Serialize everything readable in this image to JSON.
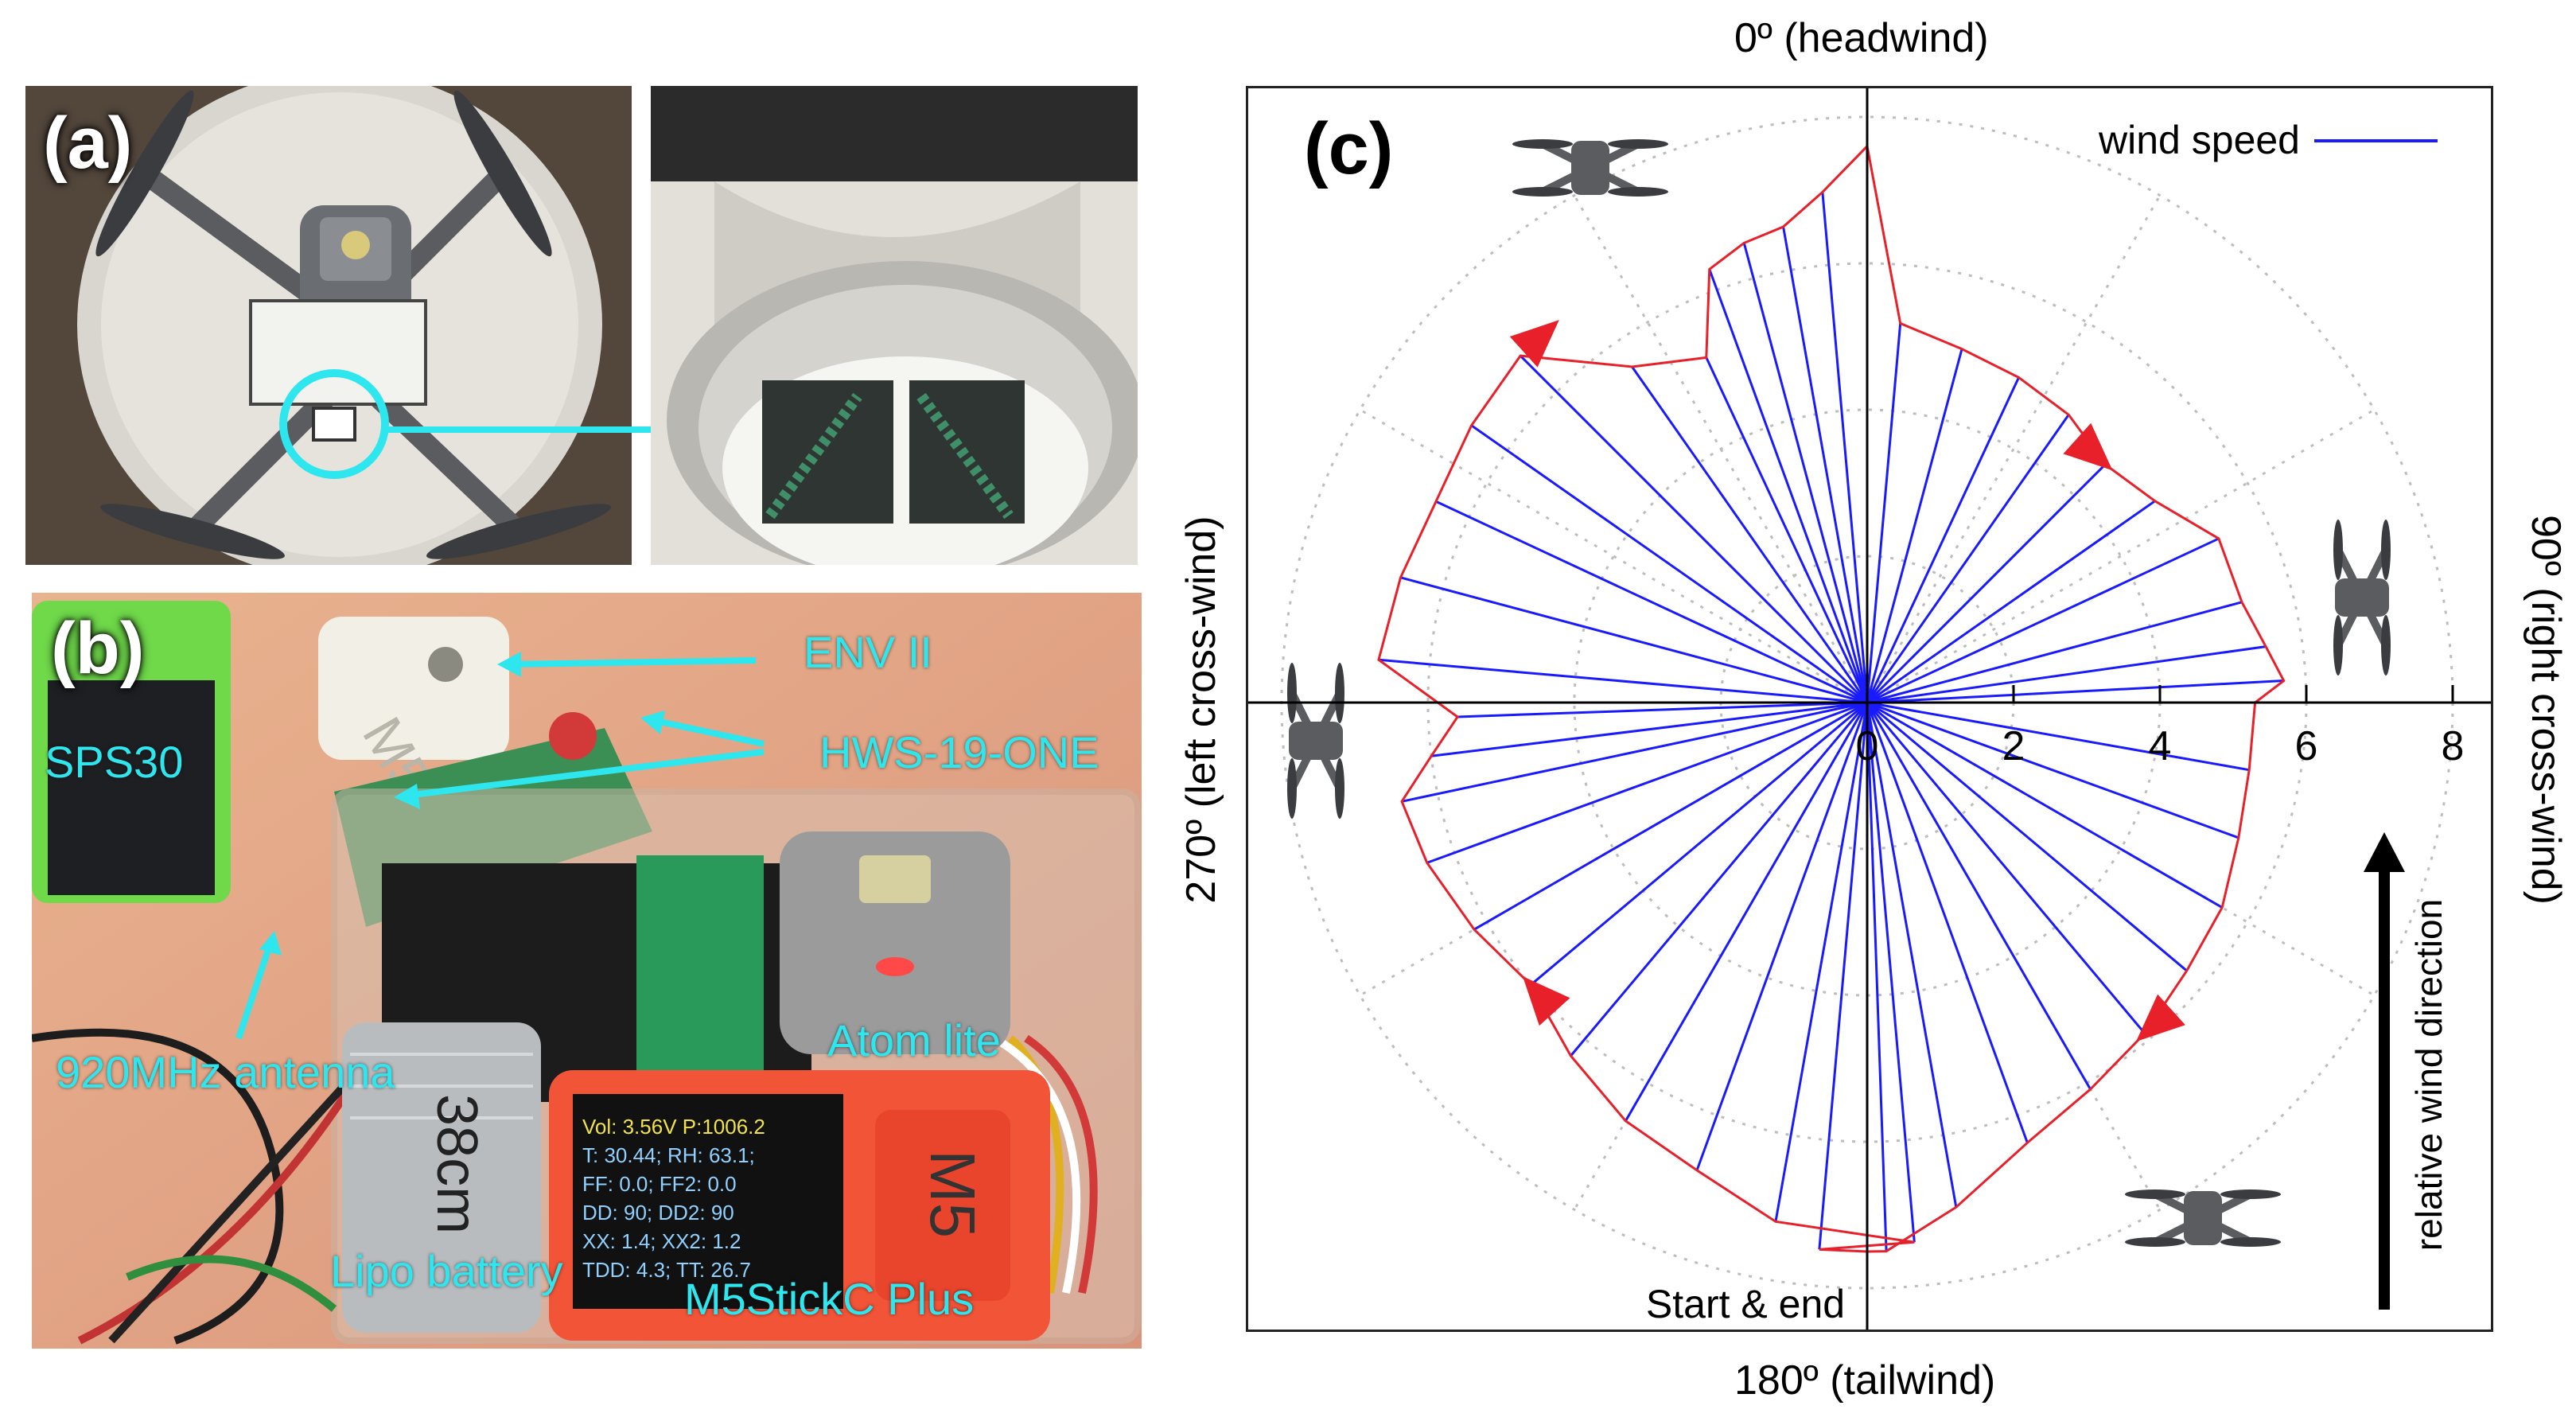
{
  "panels": {
    "a": {
      "label": "(a)"
    },
    "b": {
      "label": "(b)",
      "callouts": {
        "env": "ENV II",
        "hws": "HWS-19-ONE",
        "sps": "SPS30",
        "antenna": "920MHz antenna",
        "atom": "Atom lite",
        "battery": "Lipo battery",
        "m5": "M5StickC Plus"
      },
      "screen_lines": [
        "Vol: 3.56V  P:1006.2",
        "T: 30.44;  RH: 63.1;",
        "FF: 0.0; FF2: 0.0",
        "DD: 90;  DD2: 90",
        "XX: 1.4; XX2: 1.2",
        "TDD: 4.3;  TT: 26.7"
      ],
      "battery_text": "38cm",
      "device_text": "M5"
    },
    "c": {
      "label": "(c)",
      "top_label": "0º (headwind)",
      "bottom_label": "180º (tailwind)",
      "left_label": "270º (left cross-wind)",
      "right_label": "90º (right cross-wind)",
      "start_end": "Start  &  end",
      "arrow_label": "relative wind direction"
    }
  },
  "colors": {
    "cyan": "#2ee6ee",
    "outline": "#e8202a",
    "spokes": "#1a1aff",
    "grid": "#bdbdbd"
  },
  "chart_data": {
    "type": "polar",
    "legend": {
      "entries": [
        "wind speed"
      ],
      "position": "top-right"
    },
    "r_ticks": [
      0,
      2,
      4,
      6,
      8
    ],
    "r_max": 8,
    "angle_convention": "0 at top, clockwise",
    "series": [
      {
        "name": "wind speed",
        "points": [
          {
            "angle": 180,
            "r": 7.5
          },
          {
            "angle": 185,
            "r": 7.5
          },
          {
            "angle": 175,
            "r": 7.4
          },
          {
            "angle": 190,
            "r": 7.2
          },
          {
            "angle": 200,
            "r": 6.8
          },
          {
            "angle": 210,
            "r": 6.6
          },
          {
            "angle": 220,
            "r": 6.3
          },
          {
            "angle": 230,
            "r": 6.0
          },
          {
            "angle": 240,
            "r": 6.2
          },
          {
            "angle": 250,
            "r": 6.4
          },
          {
            "angle": 258,
            "r": 6.5
          },
          {
            "angle": 263,
            "r": 6.0
          },
          {
            "angle": 268,
            "r": 5.6
          },
          {
            "angle": 275,
            "r": 6.7
          },
          {
            "angle": 285,
            "r": 6.6
          },
          {
            "angle": 295,
            "r": 6.5
          },
          {
            "angle": 305,
            "r": 6.6
          },
          {
            "angle": 315,
            "r": 6.7
          },
          {
            "angle": 325,
            "r": 5.6
          },
          {
            "angle": 335,
            "r": 5.2
          },
          {
            "angle": 340,
            "r": 6.3
          },
          {
            "angle": 345,
            "r": 6.5
          },
          {
            "angle": 350,
            "r": 6.6
          },
          {
            "angle": 355,
            "r": 7.0
          },
          {
            "angle": 0,
            "r": 7.6
          },
          {
            "angle": 5,
            "r": 5.2
          },
          {
            "angle": 15,
            "r": 5.0
          },
          {
            "angle": 25,
            "r": 4.9
          },
          {
            "angle": 35,
            "r": 4.8
          },
          {
            "angle": 45,
            "r": 4.6
          },
          {
            "angle": 55,
            "r": 4.8
          },
          {
            "angle": 65,
            "r": 5.3
          },
          {
            "angle": 75,
            "r": 5.3
          },
          {
            "angle": 82,
            "r": 5.5
          },
          {
            "angle": 87,
            "r": 5.7
          },
          {
            "angle": 90,
            "r": 5.3
          },
          {
            "angle": 100,
            "r": 5.3
          },
          {
            "angle": 110,
            "r": 5.4
          },
          {
            "angle": 120,
            "r": 5.6
          },
          {
            "angle": 130,
            "r": 5.7
          },
          {
            "angle": 140,
            "r": 5.9
          },
          {
            "angle": 150,
            "r": 6.1
          },
          {
            "angle": 160,
            "r": 6.4
          },
          {
            "angle": 170,
            "r": 7.0
          },
          {
            "angle": 178,
            "r": 7.5
          }
        ]
      }
    ],
    "direction_arrows_deg": [
      318,
      42,
      228,
      138
    ]
  }
}
